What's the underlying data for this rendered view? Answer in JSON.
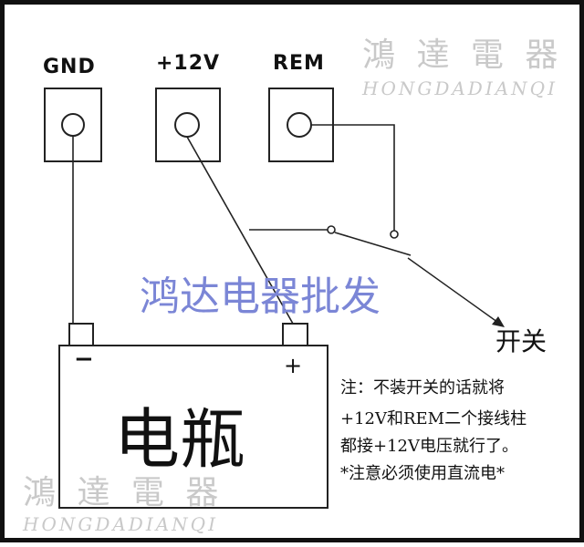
{
  "terminals": {
    "gnd": "GND",
    "plus12v": "+12V",
    "rem": "REM"
  },
  "watermark": {
    "company_cn": "鴻 達 電 器",
    "company_en": "HONGDADIANQI",
    "center_text": "鸿达电器批发"
  },
  "battery": {
    "label": "电瓶",
    "negative_sign": "−",
    "positive_sign": "+"
  },
  "switch": {
    "label": "开关"
  },
  "note": {
    "line1": "注：不装开关的话就将",
    "line2": "+12V和REM二个接线柱",
    "line3": "都接+12V电压就行了。",
    "line4": "*注意必须使用直流电*"
  },
  "colors": {
    "line": "#222222",
    "watermark_gray": "#c9c9c9",
    "center_watermark_blue": "#7b86d6"
  }
}
